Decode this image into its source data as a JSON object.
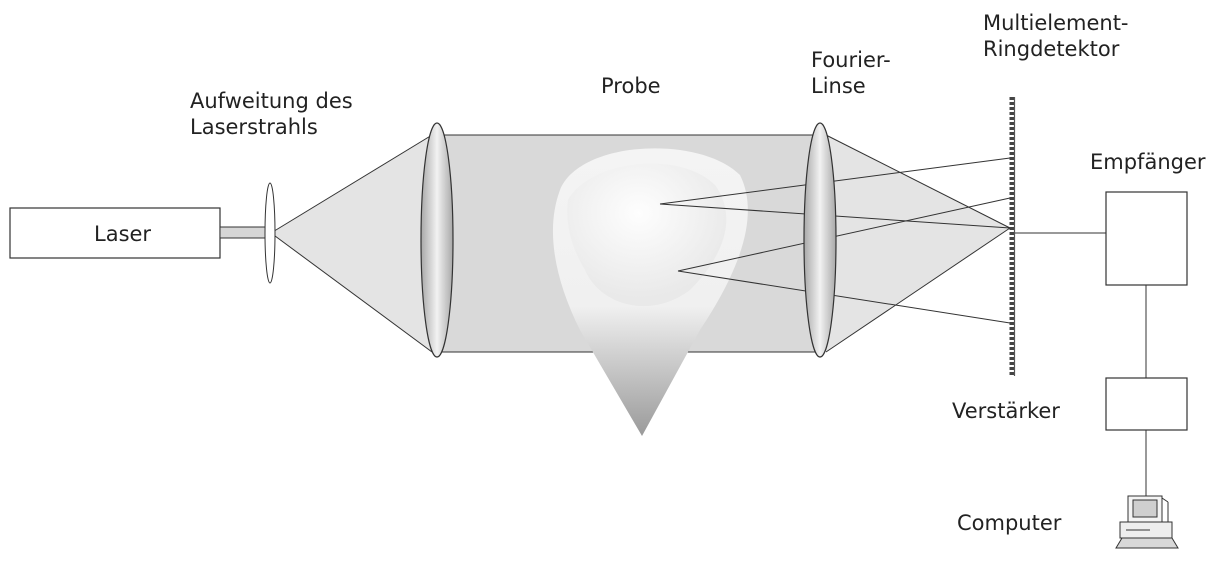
{
  "labels": {
    "laser": "Laser",
    "expansion_line1": "Aufweitung des",
    "expansion_line2": "Laserstrahls",
    "sample": "Probe",
    "fourier_line1": "Fourier-",
    "fourier_line2": "Linse",
    "detector_line1": "Multielement-",
    "detector_line2": "Ringdetektor",
    "receiver": "Empfänger",
    "amplifier": "Verstärker",
    "computer": "Computer"
  },
  "colors": {
    "beam_fill": "#d9d9d9",
    "cone_fill": "#e4e4e4",
    "lens_fill": "#bdbdbd",
    "stroke": "#333333",
    "detector": "#444444"
  },
  "icons": {
    "computer": "desktop-computer-icon",
    "sample": "falling-drop-icon"
  }
}
